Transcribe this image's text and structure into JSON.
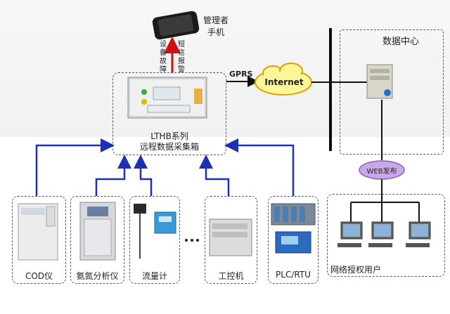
{
  "phone": {
    "label_line1": "管理者",
    "label_line2": "手机",
    "fault": "设备故障",
    "sms": "短信报警"
  },
  "gprs": "GPRS",
  "internet": "Internet",
  "datacenter": "数据中心",
  "web": "WEB发布",
  "collector": {
    "line1": "LTHB系列",
    "line2": "远程数据采集箱"
  },
  "devices": {
    "cod": "COD仪",
    "ammonia": "氨氮分析仪",
    "flow": "流量计",
    "ipc": "工控机",
    "plc": "PLC/RTU"
  },
  "users": "网络授权用户"
}
